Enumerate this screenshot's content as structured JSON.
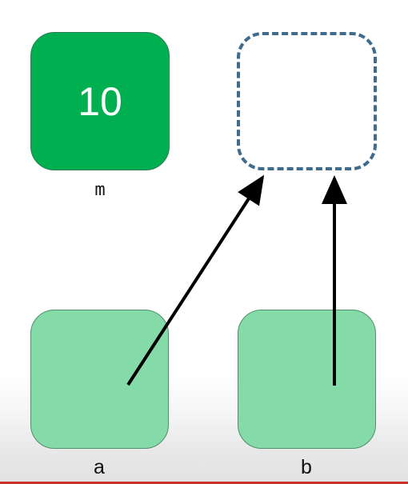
{
  "nodes": {
    "m": {
      "value": "10",
      "label": "m",
      "fill": "#00b050"
    },
    "target": {
      "border": "#3f6b8c",
      "style": "dashed"
    },
    "a": {
      "label": "a",
      "fill": "#84dba8"
    },
    "b": {
      "label": "b",
      "fill": "#84dba8"
    }
  },
  "edges": [
    {
      "from": "a",
      "to": "target"
    },
    {
      "from": "b",
      "to": "target"
    }
  ],
  "colors": {
    "arrow": "#000000",
    "accent_line": "#c9302c"
  }
}
